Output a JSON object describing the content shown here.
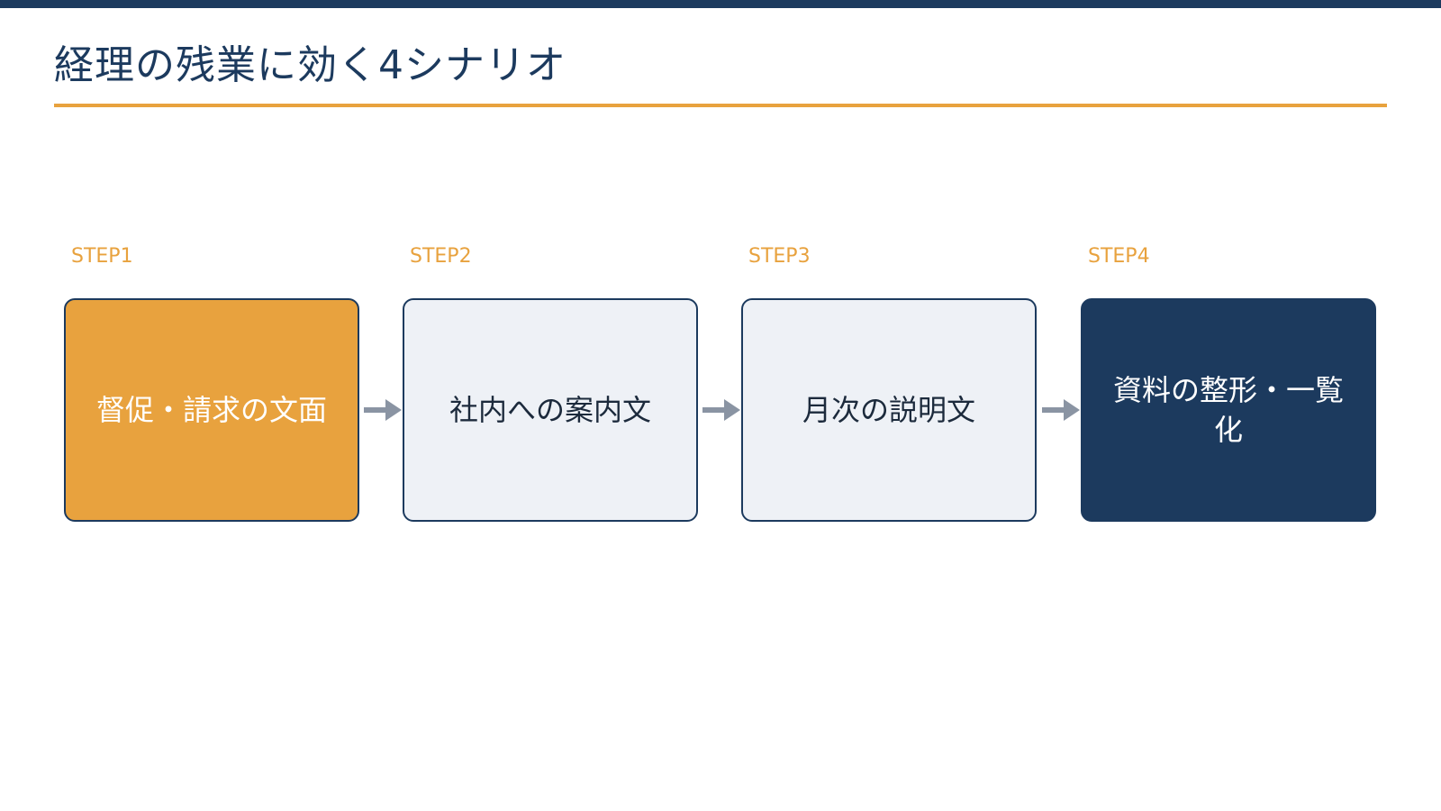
{
  "slide": {
    "title": "経理の残業に効く4シナリオ"
  },
  "colors": {
    "primary_navy": "#1c3a5e",
    "accent_orange": "#e8a23e",
    "neutral_box": "#eef1f6",
    "arrow_gray": "#8a94a3"
  },
  "steps": [
    {
      "label": "STEP1",
      "text": "督促・請求の文面",
      "style": "accent"
    },
    {
      "label": "STEP2",
      "text": "社内への案内文",
      "style": "neutral"
    },
    {
      "label": "STEP3",
      "text": "月次の説明文",
      "style": "neutral"
    },
    {
      "label": "STEP4",
      "text": "資料の整形・一覧化",
      "style": "dark"
    }
  ],
  "icons": {
    "connector": "arrow-right-icon"
  }
}
